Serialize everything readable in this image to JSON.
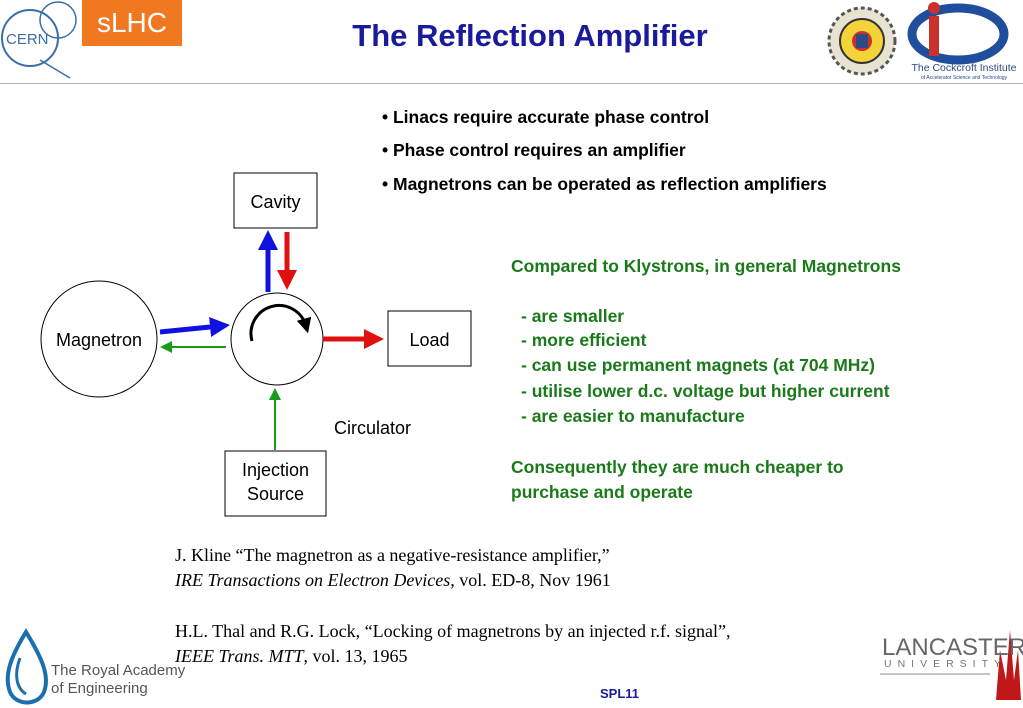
{
  "header": {
    "cern_text": "CERN",
    "slhc_label": "sLHC",
    "title": "The Reflection Amplifier",
    "cockcroft_name": "The Cockcroft Institute",
    "cockcroft_sub": "of Accelerator Science and Technology"
  },
  "bullets": [
    "• Linacs require accurate phase control",
    "• Phase control requires an amplifier",
    "• Magnetrons can be operated as reflection amplifiers"
  ],
  "diagram": {
    "cavity": "Cavity",
    "magnetron": "Magnetron",
    "load": "Load",
    "circulator": "Circulator",
    "injection_line1": "Injection",
    "injection_line2": "Source"
  },
  "comparison": {
    "heading": "Compared to Klystrons, in general Magnetrons",
    "items": [
      "- are smaller",
      "- more efficient",
      "- can use permanent magnets (at 704 MHz)",
      "- utilise lower d.c. voltage but higher current",
      "- are easier to manufacture"
    ],
    "conclusion_line1": "Consequently they are much cheaper to",
    "conclusion_line2": "purchase and operate"
  },
  "references": [
    {
      "line1": "J. Kline “The magnetron as a negative-resistance amplifier,”",
      "journal": "IRE Transactions on Electron Devices",
      "rest": ", vol. ED-8, Nov 1961"
    },
    {
      "line1": "H.L. Thal and R.G. Lock, “Locking of magnetrons by an injected r.f. signal”,",
      "journal": "IEEE Trans. MTT",
      "rest": ", vol. 13, 1965"
    }
  ],
  "footer": {
    "rae_line1": "The Royal Academy",
    "rae_line2": "of Engineering",
    "lancaster": "LANCASTER",
    "university": "UNIVERSITY",
    "code": "SPL11"
  },
  "colors": {
    "title_blue": "#1a1a9c",
    "slhc_orange": "#f07820",
    "forward_blue": "#1010e0",
    "reflect_red": "#e01010",
    "injection_green": "#1a9a1a",
    "text_green": "#1a7a1a"
  }
}
